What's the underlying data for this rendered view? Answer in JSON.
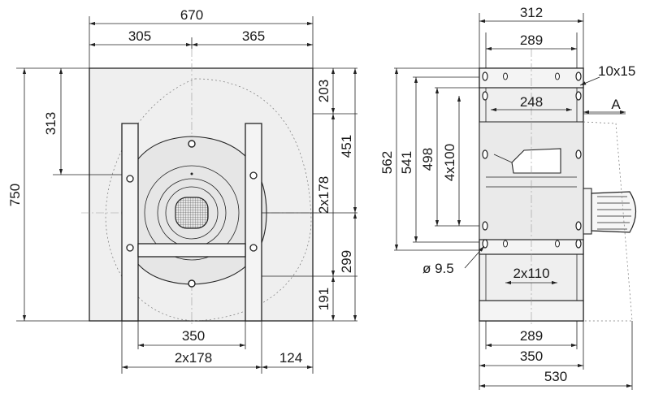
{
  "front_view": {
    "dims": {
      "overall_width": "670",
      "left_width": "305",
      "right_width": "365",
      "overall_height": "750",
      "left_height": "313",
      "top_offset": "203",
      "right_height": "451",
      "bolt_spacing_v": "2x178",
      "lower_height": "299",
      "bottom_offset": "191",
      "base_width": "350",
      "base_spacing": "2x178",
      "base_right": "124"
    }
  },
  "side_view": {
    "dims": {
      "top_width": "312",
      "inner_width": "289",
      "slot": "10x15",
      "outlet_width": "248",
      "label_a": "A",
      "height_562": "562",
      "height_541": "541",
      "height_498": "498",
      "holes": "4x100",
      "hole_dia": "ø 9.5",
      "bottom_holes": "2x110",
      "base_289": "289",
      "base_350": "350",
      "base_530": "530"
    }
  }
}
